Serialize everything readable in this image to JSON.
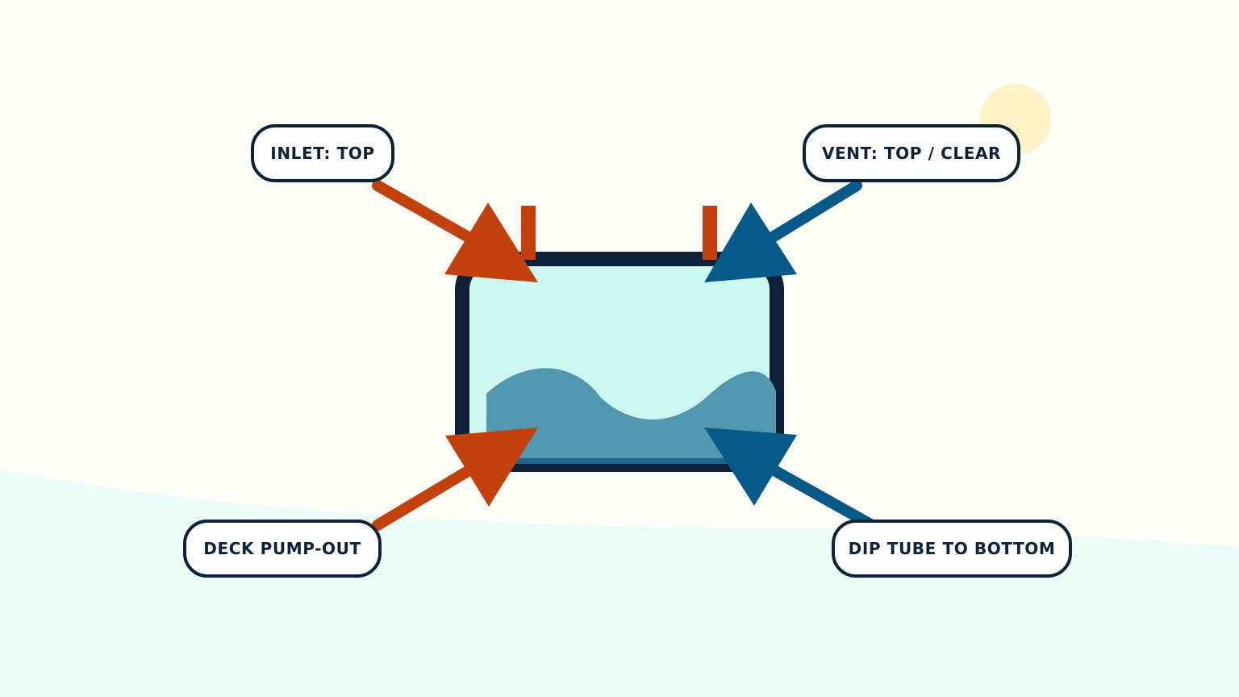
{
  "colors": {
    "background": "#fefdf8",
    "ground": "#ecfcf6",
    "sun": "#fdf3c6",
    "outline": "#0d2238",
    "tank_fill": "#ccf8f0",
    "liquid": "#5297b0",
    "liquid_bottom": "#1f6890",
    "orange": "#c2410c",
    "blue": "#065a87",
    "label_fill": "#ffffff"
  },
  "labels": {
    "inlet": "INLET: TOP",
    "vent": "VENT: TOP / CLEAR",
    "pump_out": "DECK PUMP-OUT",
    "dip_tube": "DIP TUBE TO BOTTOM"
  }
}
